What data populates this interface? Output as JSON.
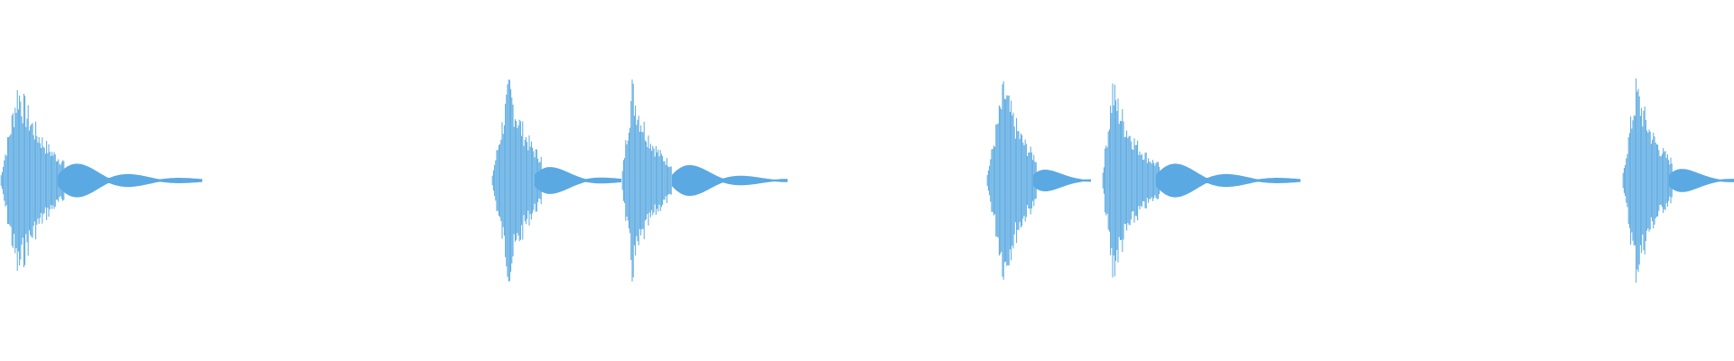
{
  "waveform": {
    "color": "#5aa9e2",
    "baseline_color": "#5aa9e2",
    "segments": [
      {
        "kind": "burst",
        "start_s": 0.0,
        "attack": 0.05,
        "length": 0.18
      },
      {
        "kind": "tail",
        "start_s": 0.16,
        "length": 0.4
      },
      {
        "kind": "burst",
        "start_s": 1.36,
        "attack": 0.05,
        "length": 0.14
      },
      {
        "kind": "tail",
        "start_s": 1.48,
        "length": 0.24
      },
      {
        "kind": "burst",
        "start_s": 1.72,
        "attack": 0.03,
        "length": 0.14
      },
      {
        "kind": "tail",
        "start_s": 1.86,
        "length": 0.32
      },
      {
        "kind": "burst",
        "start_s": 2.73,
        "attack": 0.05,
        "length": 0.14
      },
      {
        "kind": "tail",
        "start_s": 2.86,
        "length": 0.16
      },
      {
        "kind": "burst",
        "start_s": 3.05,
        "attack": 0.03,
        "length": 0.16
      },
      {
        "kind": "tail",
        "start_s": 3.2,
        "length": 0.4
      },
      {
        "kind": "burst",
        "start_s": 4.49,
        "attack": 0.04,
        "length": 0.14
      },
      {
        "kind": "tail",
        "start_s": 4.62,
        "length": 0.18
      }
    ],
    "duration_s": 4.8
  }
}
